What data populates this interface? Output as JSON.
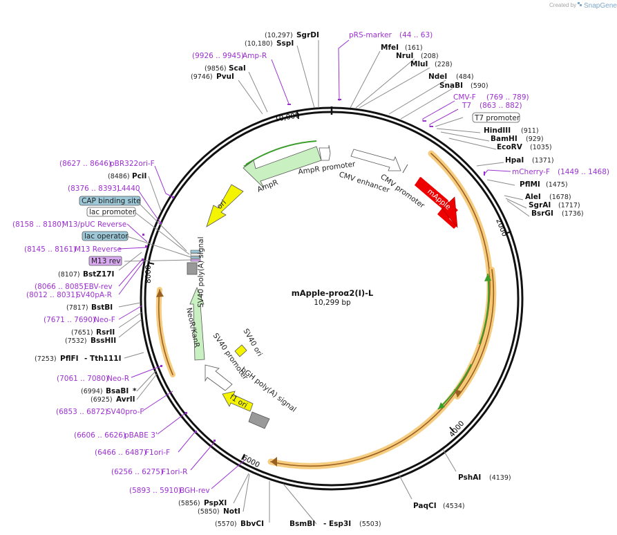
{
  "credit": {
    "created_by": "Created by",
    "brand": "SnapGene"
  },
  "map": {
    "name": "mApple-proα2(I)-L",
    "length": "10,299 bp"
  },
  "tick_labels": [
    "10,000",
    "2000",
    "4000",
    "6000",
    "8000"
  ],
  "enzymes_top": [
    {
      "pos": "(10,297)",
      "name": "SgrDI"
    },
    {
      "pos": "(10,180)",
      "name": "SspI"
    },
    {
      "pos": "(9856)",
      "name": "ScaI"
    },
    {
      "pos": "(9746)",
      "name": "PvuI"
    }
  ],
  "enzymes_right": [
    {
      "name": "MfeI",
      "pos": "(161)"
    },
    {
      "name": "NruI",
      "pos": "(208)"
    },
    {
      "name": "MluI",
      "pos": "(228)"
    },
    {
      "name": "NdeI",
      "pos": "(484)"
    },
    {
      "name": "SnaBI",
      "pos": "(590)"
    },
    {
      "name": "HindIII",
      "pos": "(911)"
    },
    {
      "name": "BamHI",
      "pos": "(929)"
    },
    {
      "name": "EcoRV",
      "pos": "(1035)"
    },
    {
      "name": "HpaI",
      "pos": "(1371)"
    },
    {
      "name": "PflMI",
      "pos": "(1475)"
    },
    {
      "name": "AleI",
      "pos": "(1678)"
    },
    {
      "name": "SgrAI",
      "pos": "(1717)"
    },
    {
      "name": "BsrGI",
      "pos": "(1736)"
    },
    {
      "name": "PshAI",
      "pos": "(4139)"
    },
    {
      "name": "PaqCI",
      "pos": "(4534)"
    }
  ],
  "enzymes_left": [
    {
      "pos": "(8486)",
      "name": "PciI"
    },
    {
      "pos": "(8107)",
      "name": "BstZ17I"
    },
    {
      "pos": "(7817)",
      "name": "BstBI"
    },
    {
      "pos": "(7651)",
      "name": "RsrII"
    },
    {
      "pos": "(7532)",
      "name": "BssHII"
    },
    {
      "pos": "(7253)",
      "name": "PflFI",
      "extra": "- Tth111I"
    },
    {
      "pos": "(6994)",
      "name": "BsaBI",
      "extra": "*"
    },
    {
      "pos": "(6925)",
      "name": "AvrII"
    },
    {
      "pos": "(5856)",
      "name": "PspXI"
    },
    {
      "pos": "(5850)",
      "name": "NotI"
    },
    {
      "pos": "(5570)",
      "name": "BbvCI"
    }
  ],
  "enzymes_bottom": [
    {
      "name": "BsmBI",
      "extra": "- Esp3I",
      "pos": "(5503)"
    }
  ],
  "primers": [
    {
      "name": "pRS-marker",
      "range": "(44 .. 63)"
    },
    {
      "range": "(9926 .. 9945)",
      "name": "Amp-R"
    },
    {
      "name": "CMV-F",
      "range": "(769 .. 789)"
    },
    {
      "name": "T7",
      "range": "(863 .. 882)"
    },
    {
      "name": "mCherry-F",
      "range": "(1449 .. 1468)"
    },
    {
      "range": "(8627 .. 8646)",
      "name": "pBR322ori-F"
    },
    {
      "range": "(8376 .. 8393)",
      "name": "L4440"
    },
    {
      "range": "(8158 .. 8180)",
      "name": "M13/pUC Reverse"
    },
    {
      "range": "(8145 .. 8161)",
      "name": "M13 Reverse"
    },
    {
      "range": "(8066 .. 8085)",
      "name": "EBV-rev"
    },
    {
      "range": "(8012 .. 8031)",
      "name": "SV40pA-R"
    },
    {
      "range": "(7671 .. 7690)",
      "name": "Neo-F"
    },
    {
      "range": "(7061 .. 7080)",
      "name": "Neo-R"
    },
    {
      "range": "(6853 .. 6872)",
      "name": "SV40pro-F"
    },
    {
      "range": "(6606 .. 6626)",
      "name": "pBABE 3'"
    },
    {
      "range": "(6466 .. 6487)",
      "name": "F1ori-F"
    },
    {
      "range": "(6256 .. 6275)",
      "name": "F1ori-R"
    },
    {
      "range": "(5893 .. 5910)",
      "name": "BGH-rev"
    }
  ],
  "boxed": {
    "t7_promoter": "T7 promoter",
    "cap_site": "CAP binding site",
    "lac_promoter": "lac promoter",
    "lac_operator": "lac operator",
    "m13_rev": "M13 rev"
  },
  "features": {
    "ampr_promoter": "AmpR promoter",
    "cmv_enhancer": "CMV enhancer",
    "cmv_promoter": "CMV promoter",
    "mapple": "mApple",
    "ampr": "AmpR",
    "ori": "ori",
    "sv40_polya": "SV40 poly(A) signal",
    "neor_kanr": "NeoR/KanR",
    "sv40_promoter": "SV40 promoter",
    "sv40_ori": "SV40 ori",
    "bgh_polya": "bGH poly(A) signal",
    "f1_ori": "f1 ori"
  },
  "colors": {
    "backbone": "#111111",
    "primer": "#9b30d0",
    "mapple": "#ee0000",
    "ori": "#f4f400",
    "ampr": "#c8f0c0",
    "orf_glow": "#f5c46a",
    "orf_arrow_orange": "#c8842a",
    "orf_arrow_green": "#3a9e2a",
    "box_blue": "#9cc8d8",
    "box_purple": "#d8a8f0"
  }
}
